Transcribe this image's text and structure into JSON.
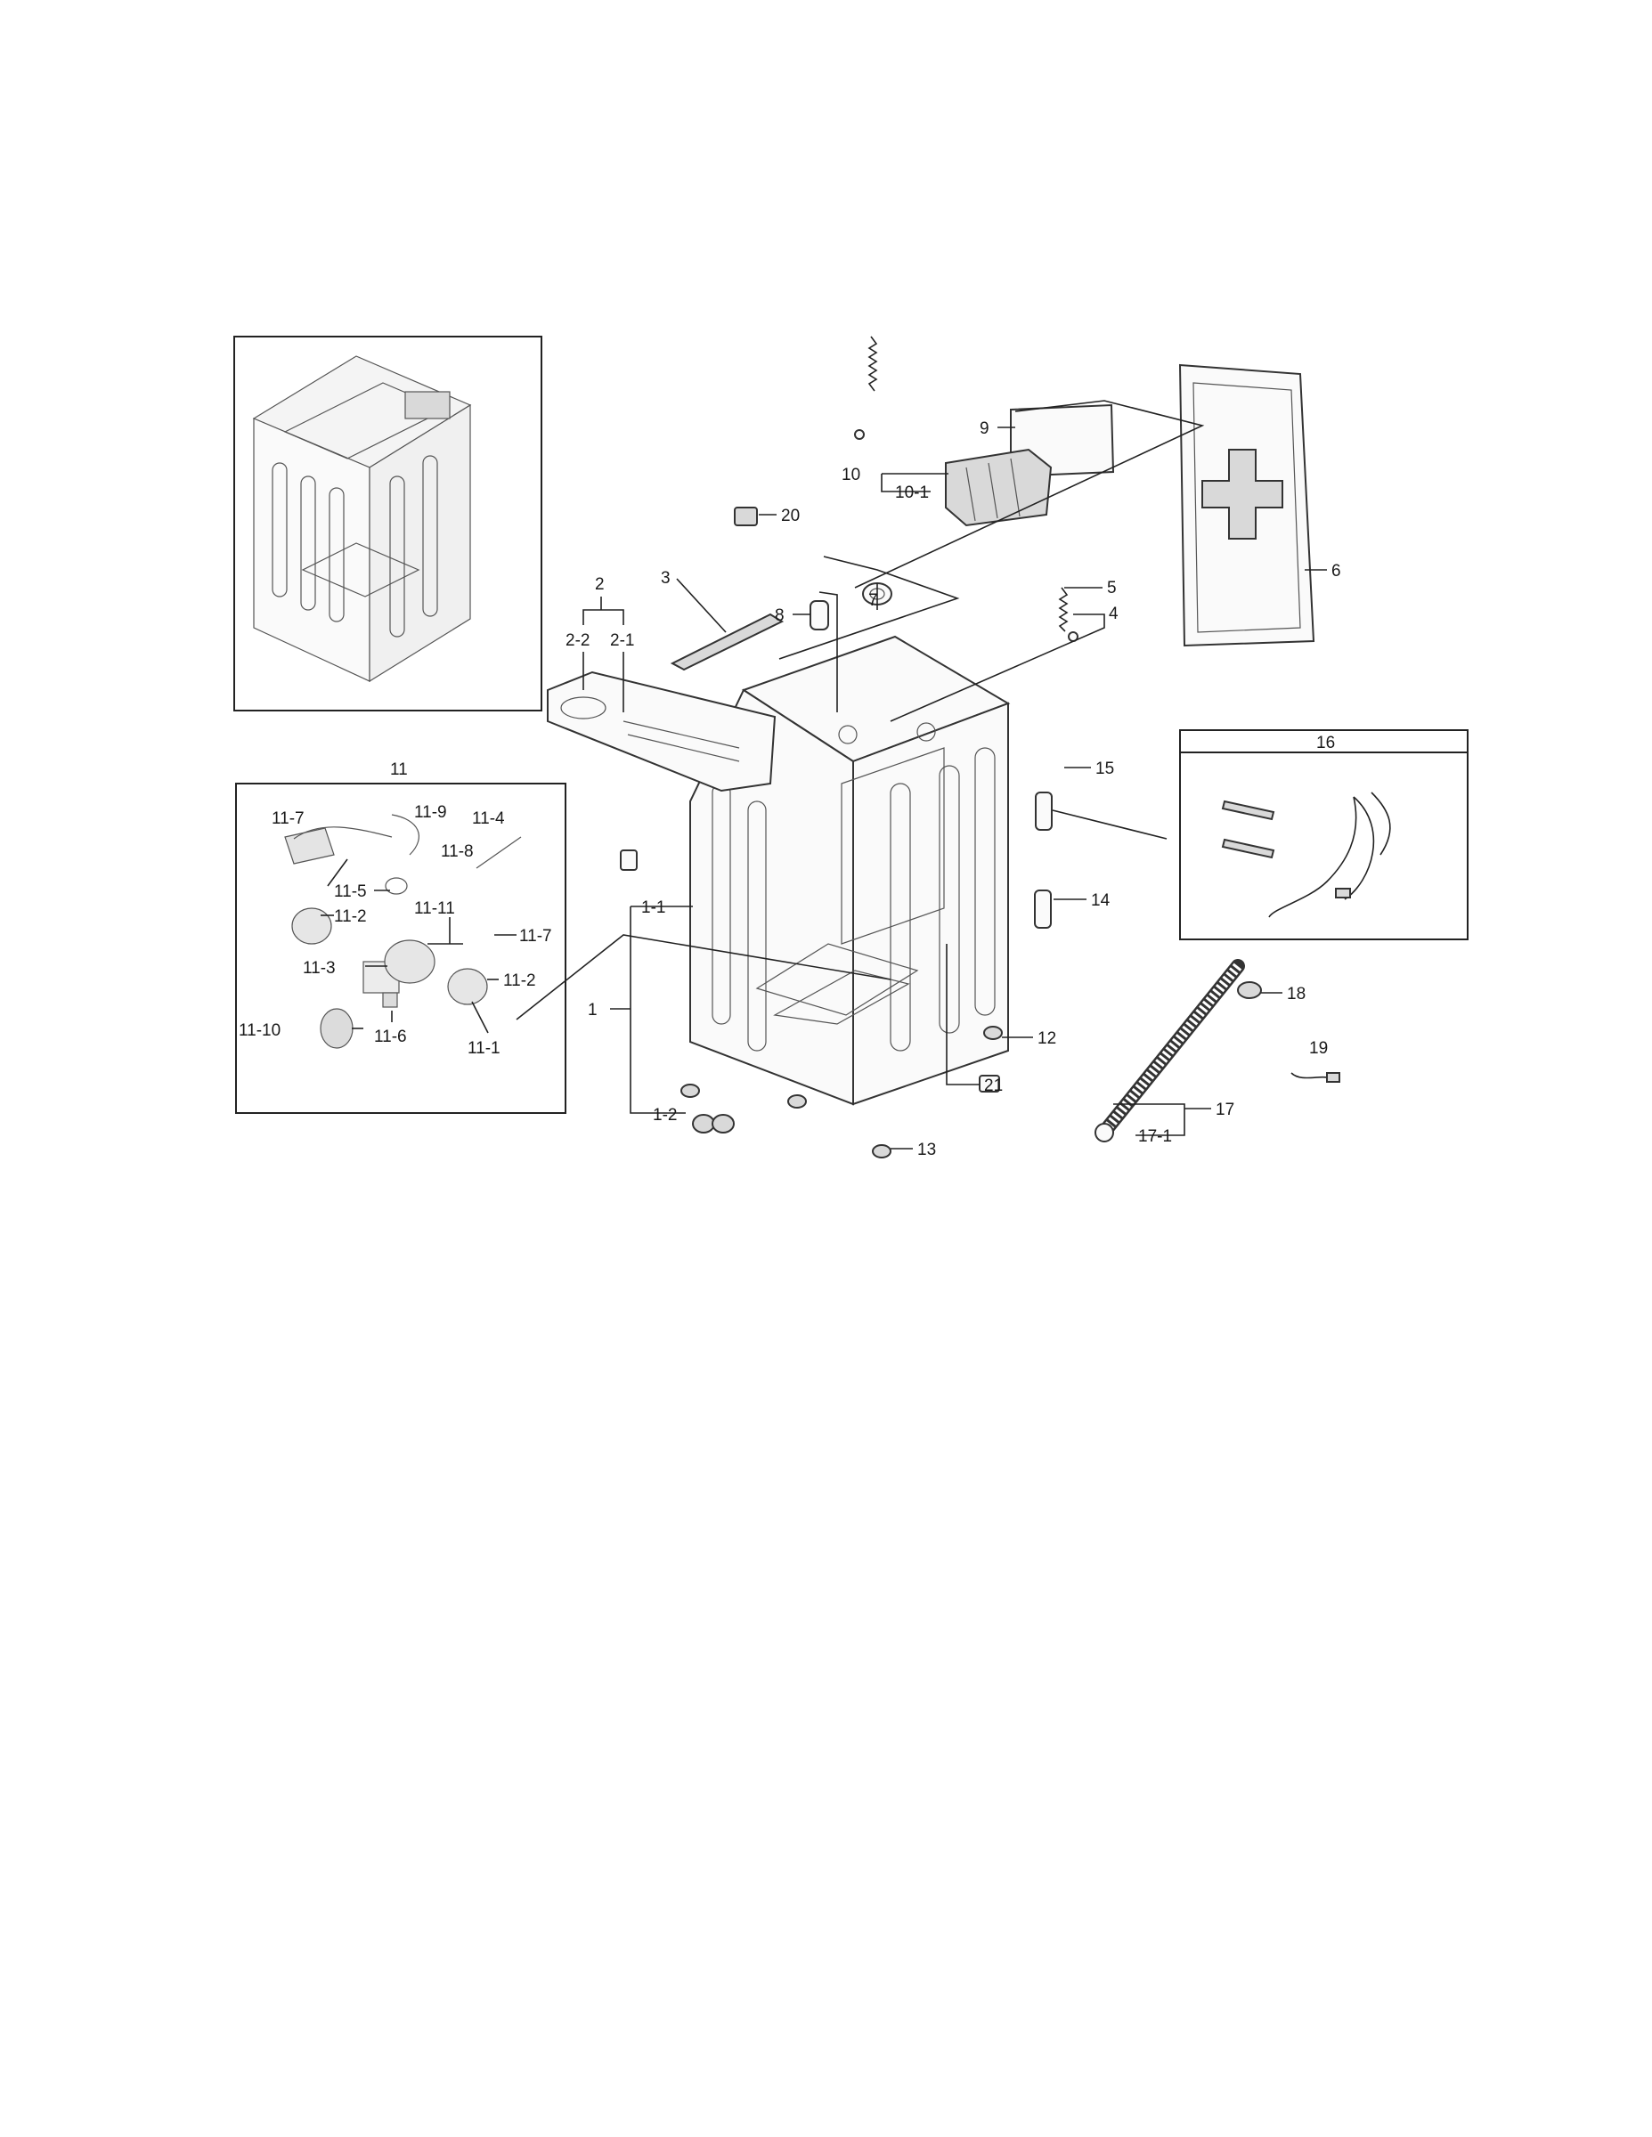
{
  "labels": {
    "l1": "1",
    "l1_1": "1-1",
    "l1_2": "1-2",
    "l2": "2",
    "l2_1": "2-1",
    "l2_2": "2-2",
    "l3": "3",
    "l4": "4",
    "l5": "5",
    "l6": "6",
    "l7": "7",
    "l8": "8",
    "l9": "9",
    "l10": "10",
    "l10_1": "10-1",
    "l11": "11",
    "l11_1": "11-1",
    "l11_2a": "11-2",
    "l11_2b": "11-2",
    "l11_3": "11-3",
    "l11_4": "11-4",
    "l11_5": "11-5",
    "l11_6": "11-6",
    "l11_7a": "11-7",
    "l11_7b": "11-7",
    "l11_8": "11-8",
    "l11_9": "11-9",
    "l11_10": "11-10",
    "l11_11": "11-11",
    "l12": "12",
    "l13": "13",
    "l14": "14",
    "l15": "15",
    "l16": "16",
    "l17": "17",
    "l17_1": "17-1",
    "l18": "18",
    "l19": "19",
    "l20": "20",
    "l21": "21"
  }
}
